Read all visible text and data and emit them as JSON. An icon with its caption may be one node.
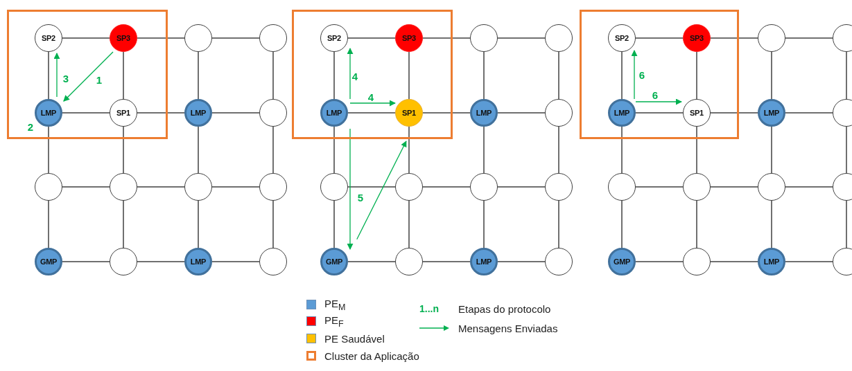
{
  "diagram": {
    "nodes": [
      {
        "text": [],
        "shape": "box"
      },
      {
        "text": [
          "SP2"
        ],
        "in": 0
      },
      {
        "text": [
          "SP3"
        ],
        "in": 0
      },
      {
        "text": [],
        "shape": "circle"
      },
      {
        "text": [],
        "shape": "circle"
      },
      {
        "text": [
          "LMP"
        ],
        "in": 0,
        "beside": [
          "2"
        ]
      },
      {
        "text": [
          "SP1"
        ],
        "in": 0
      },
      {
        "text": [
          "LMP"
        ]
      },
      {
        "text": [],
        "shape": "circle"
      },
      {
        "text": [],
        "shape": "circle"
      },
      {
        "text": [],
        "shape": "circle"
      },
      {
        "text": [],
        "shape": "circle"
      },
      {
        "text": [],
        "shape": "circle"
      },
      {
        "text": [
          "GMP"
        ]
      },
      {
        "text": [],
        "shape": "circle"
      },
      {
        "text": [
          "LMP"
        ]
      },
      {
        "text": [],
        "shape": "circle"
      },
      {
        "text": [],
        "shape": "box"
      },
      {
        "text": [
          "SP2"
        ],
        "in": 17
      },
      {
        "text": [
          "SP3"
        ],
        "in": 17
      },
      {
        "text": [],
        "shape": "circle"
      },
      {
        "text": [],
        "shape": "circle"
      },
      {
        "text": [
          "LMP"
        ],
        "in": 17
      },
      {
        "text": [
          "SP1"
        ],
        "in": 17
      },
      {
        "text": [
          "LMP"
        ]
      },
      {
        "text": [],
        "shape": "circle"
      },
      {
        "text": [],
        "shape": "circle"
      },
      {
        "text": [],
        "shape": "circle"
      },
      {
        "text": [],
        "shape": "circle"
      },
      {
        "text": [],
        "shape": "circle"
      },
      {
        "text": [
          "GMP"
        ]
      },
      {
        "text": [],
        "shape": "circle"
      },
      {
        "text": [
          "LMP"
        ]
      },
      {
        "text": [],
        "shape": "circle"
      },
      {
        "text": [],
        "shape": "box"
      },
      {
        "text": [
          "SP2"
        ],
        "in": 34
      },
      {
        "text": [
          "SP3"
        ],
        "in": 34
      },
      {
        "text": [],
        "shape": "circle"
      },
      {
        "text": [],
        "shape": "circle"
      },
      {
        "text": [
          "LMP"
        ],
        "in": 34
      },
      {
        "text": [
          "SP1"
        ],
        "in": 34
      },
      {
        "text": [
          "LMP"
        ]
      },
      {
        "text": [],
        "shape": "circle"
      },
      {
        "text": [],
        "shape": "circle"
      },
      {
        "text": [],
        "shape": "circle"
      },
      {
        "text": [],
        "shape": "circle"
      },
      {
        "text": [],
        "shape": "circle"
      },
      {
        "text": [
          "GMP"
        ]
      },
      {
        "text": [],
        "shape": "circle"
      },
      {
        "text": [
          "LMP"
        ]
      },
      {
        "text": [],
        "shape": "circle"
      }
    ],
    "edges": [
      {
        "from": 1,
        "to": 2,
        "arrow": "none"
      },
      {
        "from": 2,
        "to": 3,
        "arrow": "none"
      },
      {
        "from": 3,
        "to": 4,
        "arrow": "none"
      },
      {
        "from": 5,
        "to": 6,
        "arrow": "none"
      },
      {
        "from": 6,
        "to": 7,
        "arrow": "none"
      },
      {
        "from": 7,
        "to": 8,
        "arrow": "none"
      },
      {
        "from": 9,
        "to": 10,
        "arrow": "none"
      },
      {
        "from": 10,
        "to": 11,
        "arrow": "none"
      },
      {
        "from": 11,
        "to": 12,
        "arrow": "none"
      },
      {
        "from": 13,
        "to": 14,
        "arrow": "none"
      },
      {
        "from": 14,
        "to": 15,
        "arrow": "none"
      },
      {
        "from": 15,
        "to": 16,
        "arrow": "none"
      },
      {
        "from": 1,
        "to": 5,
        "arrow": "none"
      },
      {
        "from": 2,
        "to": 6,
        "arrow": "none"
      },
      {
        "from": 3,
        "to": 7,
        "arrow": "none"
      },
      {
        "from": 4,
        "to": 8,
        "arrow": "none"
      },
      {
        "from": 5,
        "to": 9,
        "arrow": "none"
      },
      {
        "from": 6,
        "to": 10,
        "arrow": "none"
      },
      {
        "from": 7,
        "to": 11,
        "arrow": "none"
      },
      {
        "from": 8,
        "to": 12,
        "arrow": "none"
      },
      {
        "from": 9,
        "to": 13,
        "arrow": "none"
      },
      {
        "from": 10,
        "to": 14,
        "arrow": "none"
      },
      {
        "from": 11,
        "to": 15,
        "arrow": "none"
      },
      {
        "from": 12,
        "to": 16,
        "arrow": "none"
      },
      {
        "from": 18,
        "to": 19,
        "arrow": "none"
      },
      {
        "from": 19,
        "to": 20,
        "arrow": "none"
      },
      {
        "from": 20,
        "to": 21,
        "arrow": "none"
      },
      {
        "from": 22,
        "to": 23,
        "arrow": "none"
      },
      {
        "from": 23,
        "to": 24,
        "arrow": "none"
      },
      {
        "from": 24,
        "to": 25,
        "arrow": "none"
      },
      {
        "from": 26,
        "to": 27,
        "arrow": "none"
      },
      {
        "from": 27,
        "to": 28,
        "arrow": "none"
      },
      {
        "from": 28,
        "to": 29,
        "arrow": "none"
      },
      {
        "from": 30,
        "to": 31,
        "arrow": "none"
      },
      {
        "from": 31,
        "to": 32,
        "arrow": "none"
      },
      {
        "from": 32,
        "to": 33,
        "arrow": "none"
      },
      {
        "from": 18,
        "to": 22,
        "arrow": "none"
      },
      {
        "from": 19,
        "to": 23,
        "arrow": "none"
      },
      {
        "from": 20,
        "to": 24,
        "arrow": "none"
      },
      {
        "from": 21,
        "to": 25,
        "arrow": "none"
      },
      {
        "from": 22,
        "to": 26,
        "arrow": "none"
      },
      {
        "from": 23,
        "to": 27,
        "arrow": "none"
      },
      {
        "from": 24,
        "to": 28,
        "arrow": "none"
      },
      {
        "from": 25,
        "to": 29,
        "arrow": "none"
      },
      {
        "from": 26,
        "to": 30,
        "arrow": "none"
      },
      {
        "from": 27,
        "to": 31,
        "arrow": "none"
      },
      {
        "from": 28,
        "to": 32,
        "arrow": "none"
      },
      {
        "from": 29,
        "to": 33,
        "arrow": "none"
      },
      {
        "from": 35,
        "to": 36,
        "arrow": "none"
      },
      {
        "from": 36,
        "to": 37,
        "arrow": "none"
      },
      {
        "from": 37,
        "to": 38,
        "arrow": "none"
      },
      {
        "from": 39,
        "to": 40,
        "arrow": "none"
      },
      {
        "from": 40,
        "to": 41,
        "arrow": "none"
      },
      {
        "from": 41,
        "to": 42,
        "arrow": "none"
      },
      {
        "from": 43,
        "to": 44,
        "arrow": "none"
      },
      {
        "from": 44,
        "to": 45,
        "arrow": "none"
      },
      {
        "from": 45,
        "to": 46,
        "arrow": "none"
      },
      {
        "from": 47,
        "to": 48,
        "arrow": "none"
      },
      {
        "from": 48,
        "to": 49,
        "arrow": "none"
      },
      {
        "from": 49,
        "to": 50,
        "arrow": "none"
      },
      {
        "from": 35,
        "to": 39,
        "arrow": "none"
      },
      {
        "from": 36,
        "to": 40,
        "arrow": "none"
      },
      {
        "from": 37,
        "to": 41,
        "arrow": "none"
      },
      {
        "from": 38,
        "to": 42,
        "arrow": "none"
      },
      {
        "from": 39,
        "to": 43,
        "arrow": "none"
      },
      {
        "from": 40,
        "to": 44,
        "arrow": "none"
      },
      {
        "from": 41,
        "to": 45,
        "arrow": "none"
      },
      {
        "from": 42,
        "to": 46,
        "arrow": "none"
      },
      {
        "from": 43,
        "to": 47,
        "arrow": "none"
      },
      {
        "from": 44,
        "to": 48,
        "arrow": "none"
      },
      {
        "from": 45,
        "to": 49,
        "arrow": "none"
      },
      {
        "from": 46,
        "to": 50,
        "arrow": "none"
      },
      {
        "from": 2,
        "to": 5,
        "arrow": "to",
        "label": "1",
        "color": "#00b050"
      },
      {
        "from": 5,
        "to": 1,
        "arrow": "to",
        "label": "3",
        "color": "#00b050"
      },
      {
        "from": 22,
        "to": 18,
        "arrow": "to",
        "label": "4",
        "color": "#00b050"
      },
      {
        "from": 22,
        "to": 23,
        "arrow": "to",
        "label": "4",
        "color": "#00b050"
      },
      {
        "from": 22,
        "to": 30,
        "arrow": "to",
        "label": "5",
        "color": "#00b050"
      },
      {
        "from": 30,
        "to": 23,
        "arrow": "to",
        "color": "#00b050"
      },
      {
        "from": 39,
        "to": 35,
        "arrow": "to",
        "label": "6",
        "color": "#00b050"
      },
      {
        "from": 39,
        "to": 40,
        "arrow": "to",
        "label": "6",
        "color": "#00b050"
      }
    ],
    "labels": [
      "1...n"
    ],
    "legend": [
      {
        "text": "PE$_{M}$",
        "color": "#5b9bd5"
      },
      {
        "text": "PE$_{F}$",
        "color": "#ff0000"
      },
      {
        "text": "PE Saudável",
        "color": "#ffc000"
      },
      {
        "text": "Cluster da Aplicação"
      },
      {
        "text": "Etapas do protocolo"
      },
      {
        "text": "Mensagens Enviadas"
      }
    ]
  }
}
